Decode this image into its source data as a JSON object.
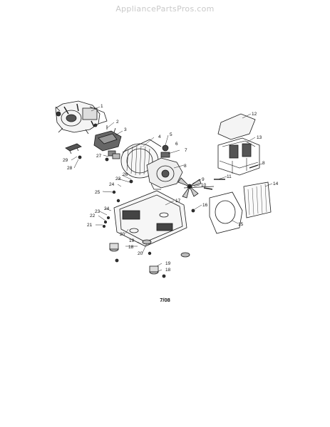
{
  "header": {
    "site": "AppliancePartsPros.com"
  },
  "diagram": {
    "date_code": "7/08",
    "callouts": [
      {
        "key": "1",
        "label": "1"
      },
      {
        "key": "2",
        "label": "2"
      },
      {
        "key": "3",
        "label": "3"
      },
      {
        "key": "4",
        "label": "4"
      },
      {
        "key": "5",
        "label": "5"
      },
      {
        "key": "6",
        "label": "6"
      },
      {
        "key": "7",
        "label": "7"
      },
      {
        "key": "8a",
        "label": "8"
      },
      {
        "key": "8b",
        "label": "8"
      },
      {
        "key": "9",
        "label": "9"
      },
      {
        "key": "10",
        "label": "10"
      },
      {
        "key": "11",
        "label": "11"
      },
      {
        "key": "12",
        "label": "12"
      },
      {
        "key": "13",
        "label": "13"
      },
      {
        "key": "14",
        "label": "14"
      },
      {
        "key": "15",
        "label": "15"
      },
      {
        "key": "16",
        "label": "16"
      },
      {
        "key": "17",
        "label": "17"
      },
      {
        "key": "18a",
        "label": "18"
      },
      {
        "key": "18b",
        "label": "18"
      },
      {
        "key": "19a",
        "label": "19"
      },
      {
        "key": "19b",
        "label": "19"
      },
      {
        "key": "20a",
        "label": "20"
      },
      {
        "key": "20b",
        "label": "20"
      },
      {
        "key": "21",
        "label": "21"
      },
      {
        "key": "22",
        "label": "22"
      },
      {
        "key": "23a",
        "label": "23"
      },
      {
        "key": "23b",
        "label": "23"
      },
      {
        "key": "24a",
        "label": "24"
      },
      {
        "key": "24b",
        "label": "24"
      },
      {
        "key": "25",
        "label": "25"
      },
      {
        "key": "26",
        "label": "26"
      },
      {
        "key": "27",
        "label": "27"
      },
      {
        "key": "28",
        "label": "28"
      },
      {
        "key": "29",
        "label": "29"
      }
    ]
  }
}
